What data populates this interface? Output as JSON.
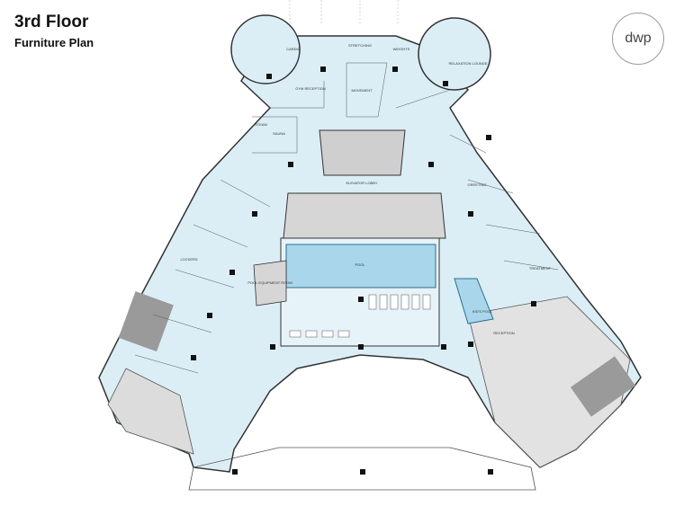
{
  "header": {
    "title": "3rd Floor",
    "subtitle": "Furniture Plan"
  },
  "logo": {
    "text": "dwp"
  },
  "colors": {
    "interior": "#dbeef6",
    "pool": "#a9d6ea",
    "core": "#d9d9d9",
    "wall": "#333333",
    "column": "#111111"
  },
  "rooms": {
    "cardio": "CARDIO",
    "stretching": "STRETCHING",
    "weights": "WEIGHTS",
    "relaxation": "RELAXATION LOUNGE",
    "gym_reception": "GYM RECEPTION",
    "movement": "MOVEMENT",
    "steam": "STEAM",
    "sauna": "SAUNA",
    "elevator_lobby": "ELEVATOR LOBBY",
    "pool": "POOL",
    "pool_equipment": "POOL EQUIPMENT ROOM",
    "kids_pool": "KID'S POOL",
    "lockers": "LOCKERS",
    "reception": "RECEPTION",
    "greeting": "GREETING",
    "treatment": "TREATMENT"
  }
}
